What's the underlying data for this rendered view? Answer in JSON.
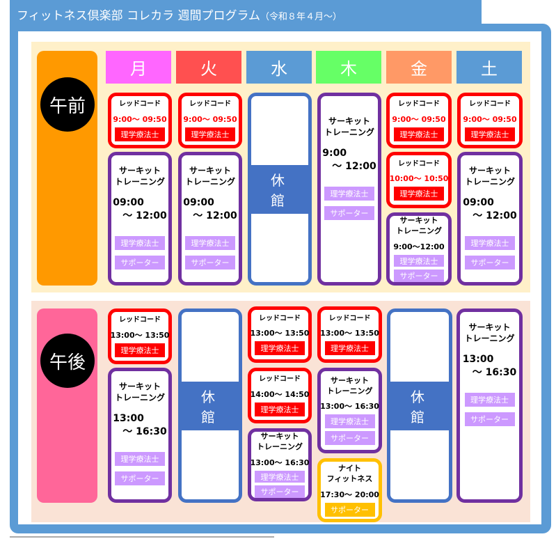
{
  "header": {
    "title": "フィットネス倶楽部 コレカラ 週間プログラム",
    "subtitle": "（令和８年４月～）"
  },
  "periods": {
    "am": "午前",
    "pm": "午後"
  },
  "days": [
    "月",
    "火",
    "水",
    "木",
    "金",
    "土"
  ],
  "colors": {
    "frame": "#5b9bd5",
    "am_bg": "#fff0c9",
    "pm_bg": "#fae3d6",
    "am_bar": "#ff9900",
    "pm_bar": "#ff6699",
    "day_colors": [
      "#ff66ff",
      "#ff5050",
      "#5b9bd5",
      "#66ff66",
      "#ff9966",
      "#5b9bd5"
    ]
  },
  "cards": [
    {
      "type": "red",
      "title": "レッドコード",
      "time": "9:00～ 09:50",
      "time_red": true,
      "badges": [
        "理学療法士"
      ]
    },
    {
      "type": "pur",
      "title": "サーキット\nトレーニング",
      "time": "09:00\n　～ 12:00",
      "badges": [
        "理学療法士",
        "サポーター"
      ]
    },
    {
      "type": "red",
      "title": "レッドコード",
      "time": "9:00～ 09:50",
      "time_red": true,
      "badges": [
        "理学療法士"
      ]
    },
    {
      "type": "pur",
      "title": "サーキット\nトレーニング",
      "time": "09:00\n　～ 12:00",
      "badges": [
        "理学療法士",
        "サポーター"
      ]
    },
    {
      "type": "closed",
      "label": "休 館"
    },
    {
      "type": "pur",
      "title": "サーキット\nトレーニング",
      "time": "9:00\n　～ 12:00",
      "badges": [
        "理学療法士",
        "サポーター"
      ]
    },
    {
      "type": "red",
      "title": "レッドコード",
      "time": "9:00～ 09:50",
      "time_red": true,
      "badges": [
        "理学療法士"
      ]
    },
    {
      "type": "red",
      "title": "レッドコード",
      "time": "10:00～ 10:50",
      "time_red": true,
      "badges": [
        "理学療法士"
      ]
    },
    {
      "type": "pur",
      "title": "サーキット\nトレーニング",
      "time": "9:00～12:00",
      "badges": [
        "理学療法士",
        "サポーター"
      ]
    },
    {
      "type": "red",
      "title": "レッドコード",
      "time": "9:00～ 09:50",
      "time_red": true,
      "badges": [
        "理学療法士"
      ]
    },
    {
      "type": "pur",
      "title": "サーキット\nトレーニング",
      "time": "09:00\n　～ 12:00",
      "badges": [
        "理学療法士",
        "サポーター"
      ]
    },
    {
      "type": "red",
      "title": "レッドコード",
      "time": "13:00～ 13:50",
      "badges": [
        "理学療法士"
      ]
    },
    {
      "type": "pur",
      "title": "サーキット\nトレーニング",
      "time": "13:00\n　～ 16:30",
      "badges": [
        "理学療法士",
        "サポーター"
      ]
    },
    {
      "type": "closed",
      "label": "休 館"
    },
    {
      "type": "red",
      "title": "レッドコード",
      "time": "13:00～ 13:50",
      "badges": [
        "理学療法士"
      ]
    },
    {
      "type": "red",
      "title": "レッドコード",
      "time": "14:00～ 14:50",
      "badges": [
        "理学療法士"
      ]
    },
    {
      "type": "pur",
      "title": "サーキット\nトレーニング",
      "time": "13:00～ 16:30",
      "badges": [
        "理学療法士",
        "サポーター"
      ]
    },
    {
      "type": "red",
      "title": "レッドコード",
      "time": "13:00～ 13:50",
      "badges": [
        "理学療法士"
      ]
    },
    {
      "type": "pur",
      "title": "サーキット\nトレーニング",
      "time": "13:00～ 16:30",
      "badges": [
        "理学療法士",
        "サポーター"
      ]
    },
    {
      "type": "yel",
      "title": "ナイト\nフィットネス",
      "time": "17:30～ 20:00",
      "badges": [
        "サポーター"
      ]
    },
    {
      "type": "closed",
      "label": "休 館"
    },
    {
      "type": "pur",
      "title": "サーキット\nトレーニング",
      "time": "13:00\n　～ 16:30",
      "badges": [
        "理学療法士",
        "サポーター"
      ]
    }
  ]
}
